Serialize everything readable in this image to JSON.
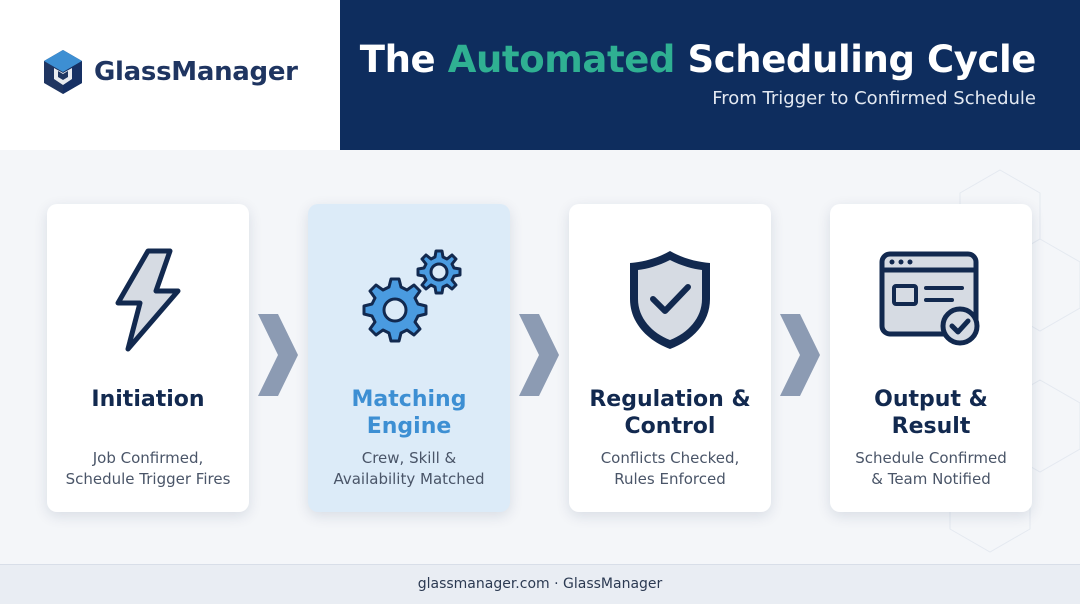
{
  "brand": {
    "name": "GlassManager",
    "primary_color": "#0e2d5e",
    "accent_color": "#2fb092",
    "highlight_color": "#3d8fd3"
  },
  "header": {
    "title_part1": "The ",
    "title_accent": "Automated",
    "title_part2": " Scheduling Cycle",
    "subtitle": "From Trigger to Confirmed Schedule"
  },
  "steps": [
    {
      "icon": "lightning-bolt-icon",
      "title": "Initiation",
      "desc_line1": "Job Confirmed,",
      "desc_line2": "Schedule Trigger Fires"
    },
    {
      "icon": "gears-icon",
      "title_line1": "Matching",
      "title_line2": "Engine",
      "desc_line1": "Crew, Skill &",
      "desc_line2": "Availability Matched"
    },
    {
      "icon": "shield-check-icon",
      "title_line1": "Regulation &",
      "title_line2": "Control",
      "desc_line1": "Conflicts Checked,",
      "desc_line2": "Rules Enforced"
    },
    {
      "icon": "browser-check-icon",
      "title_line1": "Output &",
      "title_line2": "Result",
      "desc_line1": "Schedule Confirmed",
      "desc_line2": "& Team Notified"
    }
  ],
  "footer": {
    "text": "glassmanager.com · GlassManager"
  }
}
